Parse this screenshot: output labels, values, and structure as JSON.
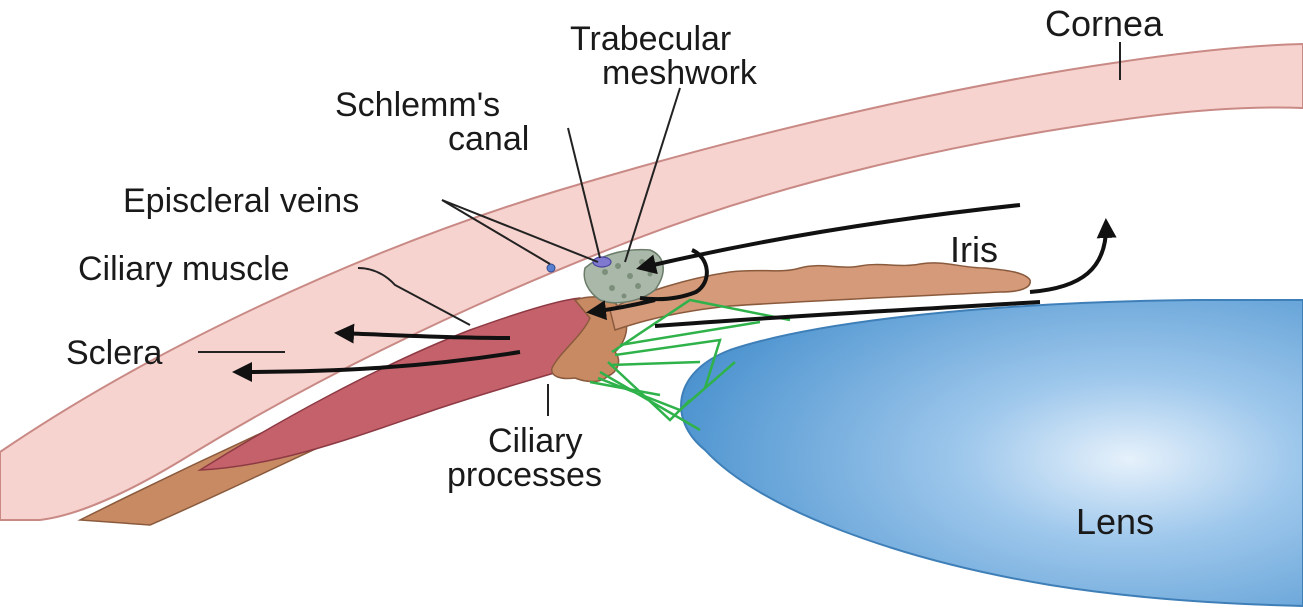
{
  "labels": {
    "cornea": "Cornea",
    "trabecular_1": "Trabecular",
    "trabecular_2": "meshwork",
    "schlemm_1": "Schlemm's",
    "schlemm_2": "canal",
    "episcleral": "Episcleral veins",
    "ciliary_muscle": "Ciliary muscle",
    "sclera": "Sclera",
    "iris": "Iris",
    "ciliary_proc_1": "Ciliary",
    "ciliary_proc_2": "processes",
    "lens": "Lens"
  },
  "colors": {
    "sclera_fill": "#f7d3cf",
    "sclera_edge": "#c98a86",
    "muscle_fill": "#c4616a",
    "choroid_fill": "#c88a63",
    "iris_fill": "#d49a7a",
    "lens_fill": "#5b9fd6",
    "lens_highlight": "#e6f1fb",
    "zonules": "#2fb24a",
    "meshwork": "#a9b8a8",
    "schlemm": "#7f79d0"
  }
}
